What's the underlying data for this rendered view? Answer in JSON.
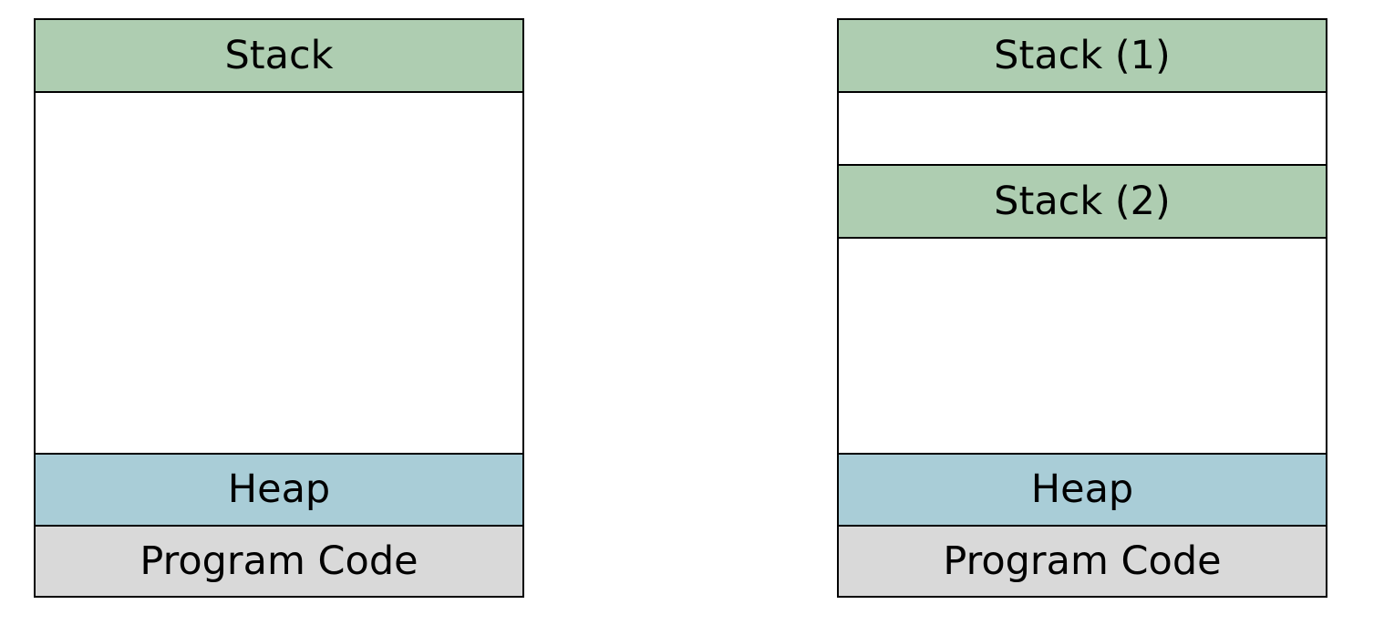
{
  "left_layout": {
    "stack_label": "Stack",
    "heap_label": "Heap",
    "code_label": "Program Code"
  },
  "right_layout": {
    "stack1_label": "Stack (1)",
    "stack2_label": "Stack (2)",
    "heap_label": "Heap",
    "code_label": "Program Code"
  },
  "colors": {
    "stack": "#aecdb1",
    "heap": "#a9cdd7",
    "program_code": "#d9d9d9",
    "free_space": "#ffffff",
    "border": "#000000"
  }
}
